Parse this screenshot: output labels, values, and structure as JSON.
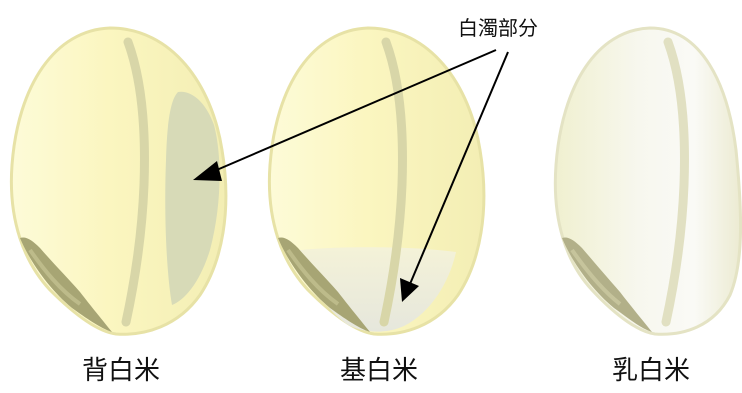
{
  "callout": {
    "label": "白濁部分"
  },
  "grains": [
    {
      "label": "背白米",
      "chalky_region": "back (dorsal side)"
    },
    {
      "label": "基白米",
      "chalky_region": "base"
    },
    {
      "label": "乳白米",
      "chalky_region": "whole grain"
    }
  ],
  "colors": {
    "grain_fill": "#fbf6c2",
    "grain_outline": "#e7e2a6",
    "grain_shadow": "#a7a574",
    "groove": "#d8d6a8",
    "chalky_back": "#d7dab7",
    "chalky_base": "#e9eadb",
    "milky_core": "#f5f5ee",
    "arrow": "#000000"
  }
}
